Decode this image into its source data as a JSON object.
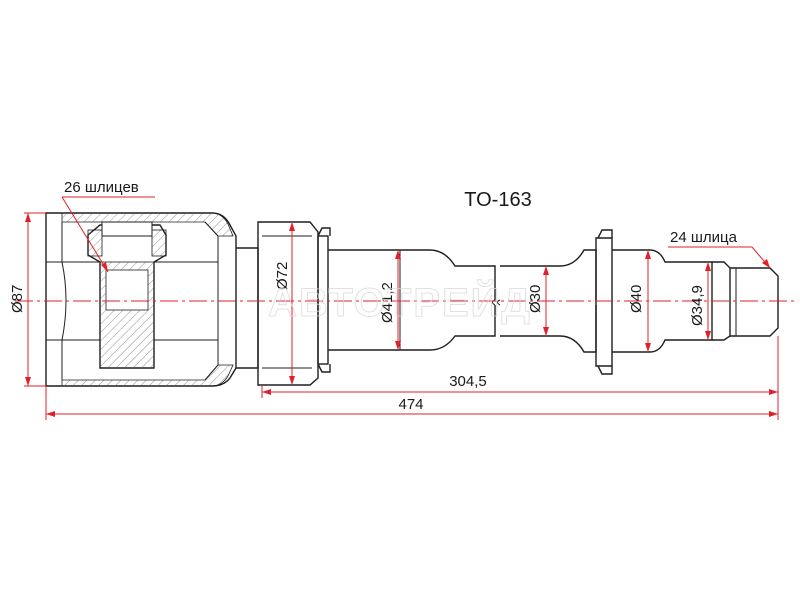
{
  "part_number": "TO-163",
  "watermark": "АВТОТРЕЙД",
  "labels": {
    "splines_left": "26 шлицев",
    "splines_right": "24 шлица"
  },
  "dimensions": {
    "d_housing": "Ø87",
    "d_flange": "Ø72",
    "d_shaft_1": "Ø41,2",
    "d_shaft_2": "Ø30",
    "d_shaft_3": "Ø40",
    "d_spline_end": "Ø34,9",
    "len_partial": "304,5",
    "len_total": "474"
  },
  "colors": {
    "outline": "#1f1f1f",
    "dimension": "#e0202a",
    "hatch": "#7a7a7a"
  }
}
